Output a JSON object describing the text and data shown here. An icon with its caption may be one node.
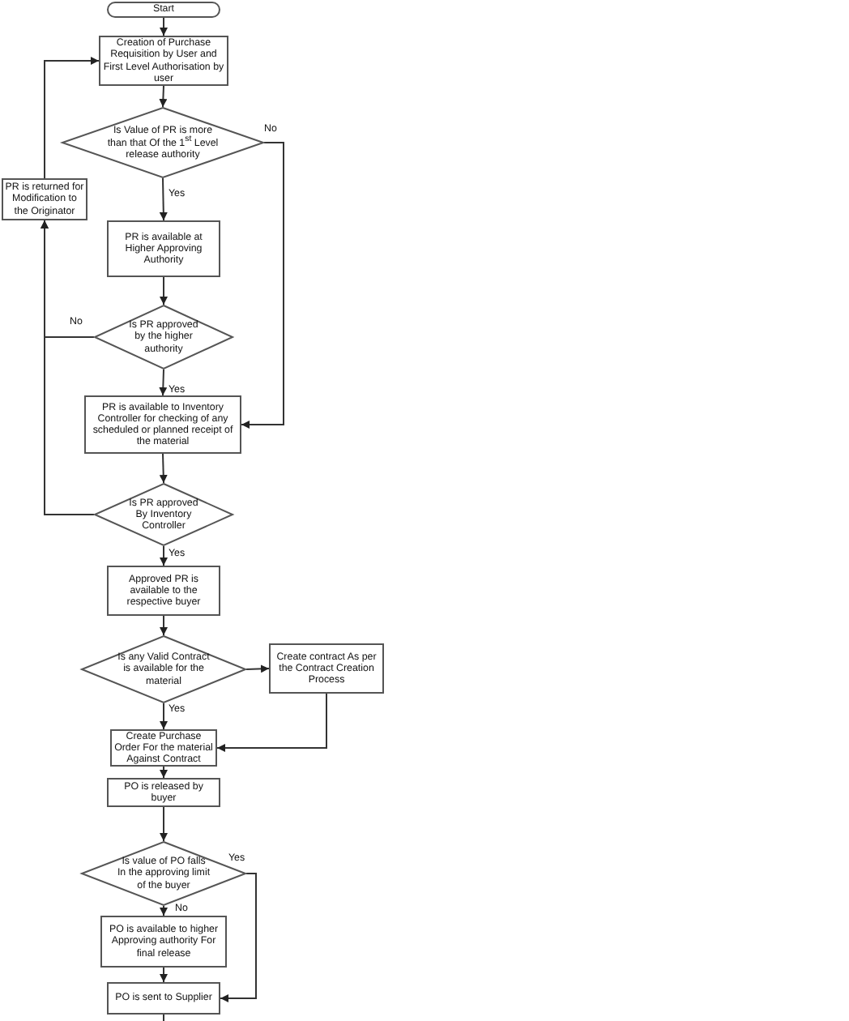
{
  "diagram": {
    "nodes": [
      {
        "text": [
          "Start"
        ]
      },
      {
        "text": [
          "Creation of Purchase Requisition by User and First Level Authorisation by user"
        ]
      },
      {
        "text": [
          "Is Value of PR is more than that Of the 1$^{st}$ Level release authority"
        ]
      },
      {
        "text": [
          "PR is returned for Modification to the Originator"
        ]
      },
      {
        "text": [
          "PR is available at Higher Approving Authority"
        ]
      },
      {
        "text": [
          "Is PR approved by the higher authority"
        ]
      },
      {
        "text": [
          "PR is available to Inventory Controller for checking of any scheduled or planned receipt of the material"
        ]
      },
      {
        "text": [
          "Is PR approved By Inventory Controller"
        ]
      },
      {
        "text": [
          "Approved PR is available to the respective buyer"
        ]
      },
      {
        "text": [
          "Is any Valid Contract is available for the material"
        ]
      },
      {
        "text": [
          "Create contract As per the Contract Creation Process"
        ]
      },
      {
        "text": [
          "Create Purchase Order For the material Against Contract"
        ]
      },
      {
        "text": [
          "PO is released by buyer"
        ]
      },
      {
        "text": [
          "Is value of PO falls In the approving limit of the buyer"
        ]
      },
      {
        "text": [
          "PO is available to higher Approving authority For final release"
        ]
      },
      {
        "text": [
          "PO is sent to Supplier"
        ]
      }
    ],
    "edges": [
      {
        "from": 0,
        "to": 1,
        "arrow": "to"
      },
      {
        "from": 1,
        "to": 2,
        "arrow": "to"
      },
      {
        "from": 2,
        "to": 4,
        "arrow": "to",
        "label": "Yes"
      },
      {
        "from": 2,
        "to": 6,
        "arrow": "to",
        "label": "No"
      },
      {
        "from": 4,
        "to": 5,
        "arrow": "to"
      },
      {
        "from": 5,
        "to": 6,
        "arrow": "to",
        "label": "Yes"
      },
      {
        "from": 5,
        "to": 3,
        "arrow": "to",
        "label": "No"
      },
      {
        "from": 6,
        "to": 7,
        "arrow": "to"
      },
      {
        "from": 7,
        "to": 3,
        "arrow": "to"
      },
      {
        "from": 3,
        "to": 1,
        "arrow": "to"
      },
      {
        "from": 7,
        "to": 8,
        "arrow": "to",
        "label": "Yes"
      },
      {
        "from": 8,
        "to": 9,
        "arrow": "to"
      },
      {
        "from": 9,
        "to": 10,
        "arrow": "to"
      },
      {
        "from": 9,
        "to": 11,
        "arrow": "to",
        "label": "Yes"
      },
      {
        "from": 10,
        "to": 11,
        "arrow": "to"
      },
      {
        "from": 11,
        "to": 12,
        "arrow": "to"
      },
      {
        "from": 12,
        "to": 13,
        "arrow": "to"
      },
      {
        "from": 13,
        "to": 14,
        "arrow": "to",
        "label": "No"
      },
      {
        "from": 13,
        "to": 15,
        "arrow": "to",
        "label": "Yes"
      },
      {
        "from": 14,
        "to": 15,
        "arrow": "to"
      },
      {
        "from": 15,
        "to": null,
        "arrow": "none"
      }
    ]
  }
}
